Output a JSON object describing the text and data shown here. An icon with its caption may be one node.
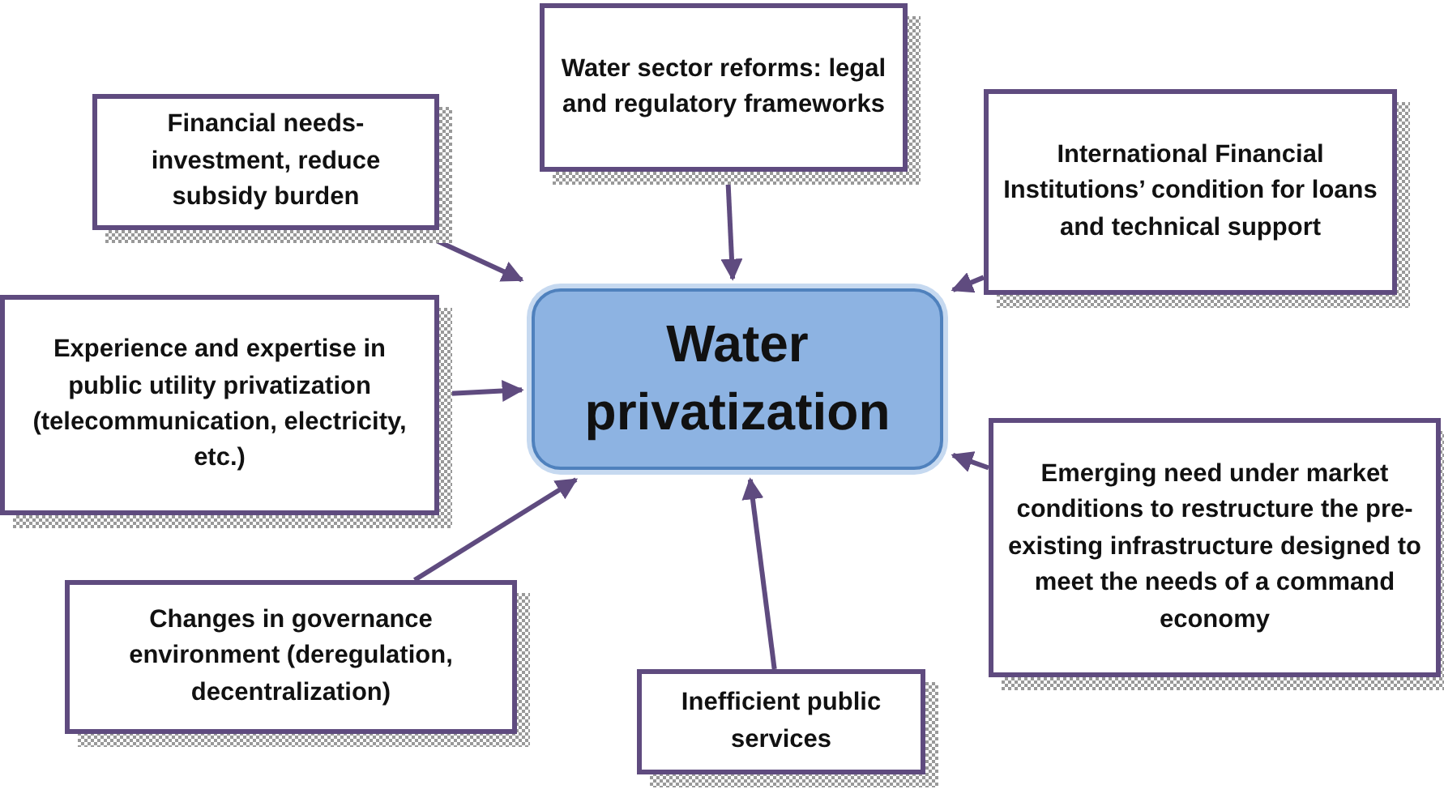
{
  "diagram": {
    "nodes": [
      {
        "text": [
          "Water privatization"
        ]
      },
      {
        "text": [
          "Water sector reforms: legal and regulatory frameworks"
        ]
      },
      {
        "text": [
          "Financial needs-investment, reduce subsidy burden"
        ]
      },
      {
        "text": [
          "International Financial Institutions’ condition for loans and technical support"
        ]
      },
      {
        "text": [
          "Experience and expertise in public utility privatization (telecommunication, electricity, etc.)"
        ]
      },
      {
        "text": [
          "Emerging need under market conditions to restructure the pre-existing infrastructure designed to meet the needs of a command economy"
        ]
      },
      {
        "text": [
          "Changes in governance environment (deregulation, decentralization)"
        ]
      },
      {
        "text": [
          "Inefficient public services"
        ]
      }
    ],
    "edges": [
      {
        "from": 1,
        "to": 0,
        "arrow": "to"
      },
      {
        "from": 2,
        "to": 0,
        "arrow": "to"
      },
      {
        "from": 3,
        "to": 0,
        "arrow": "to"
      },
      {
        "from": 4,
        "to": 0,
        "arrow": "to"
      },
      {
        "from": 5,
        "to": 0,
        "arrow": "to"
      },
      {
        "from": 6,
        "to": 0,
        "arrow": "to"
      },
      {
        "from": 7,
        "to": 0,
        "arrow": "to"
      }
    ]
  }
}
